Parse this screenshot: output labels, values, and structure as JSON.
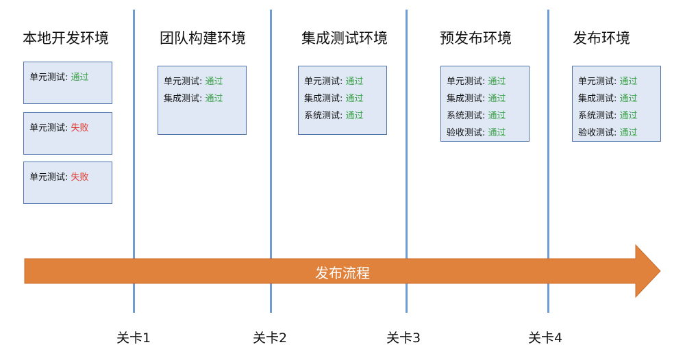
{
  "environments": [
    {
      "title": "本地开发环境"
    },
    {
      "title": "团队构建环境"
    },
    {
      "title": "集成测试环境"
    },
    {
      "title": "预发布环境"
    },
    {
      "title": "发布环境"
    }
  ],
  "local_boxes": [
    {
      "label": "单元测试:",
      "status": "通过",
      "result": "pass"
    },
    {
      "label": "单元测试:",
      "status": "失败",
      "result": "fail"
    },
    {
      "label": "单元测试:",
      "status": "失败",
      "result": "fail"
    }
  ],
  "env_boxes": [
    [
      {
        "label": "单元测试:",
        "status": "通过"
      },
      {
        "label": "集成测试:",
        "status": "通过"
      }
    ],
    [
      {
        "label": "单元测试:",
        "status": "通过"
      },
      {
        "label": "集成测试:",
        "status": "通过"
      },
      {
        "label": "系统测试:",
        "status": "通过"
      }
    ],
    [
      {
        "label": "单元测试:",
        "status": "通过"
      },
      {
        "label": "集成测试:",
        "status": "通过"
      },
      {
        "label": "系统测试:",
        "status": "通过"
      },
      {
        "label": "验收测试:",
        "status": "通过"
      }
    ],
    [
      {
        "label": "单元测试:",
        "status": "通过"
      },
      {
        "label": "集成测试:",
        "status": "通过"
      },
      {
        "label": "系统测试:",
        "status": "通过"
      },
      {
        "label": "验收测试:",
        "status": "通过"
      }
    ]
  ],
  "arrow": {
    "label": "发布流程",
    "color": "#e0823c"
  },
  "gates": [
    "关卡1",
    "关卡2",
    "关卡3",
    "关卡4"
  ],
  "colors": {
    "pass": "#3ca34a",
    "fail": "#e0332b",
    "divider": "#6f9bd6",
    "box_fill": "#dfe8f4",
    "box_border": "#4f73a8"
  }
}
